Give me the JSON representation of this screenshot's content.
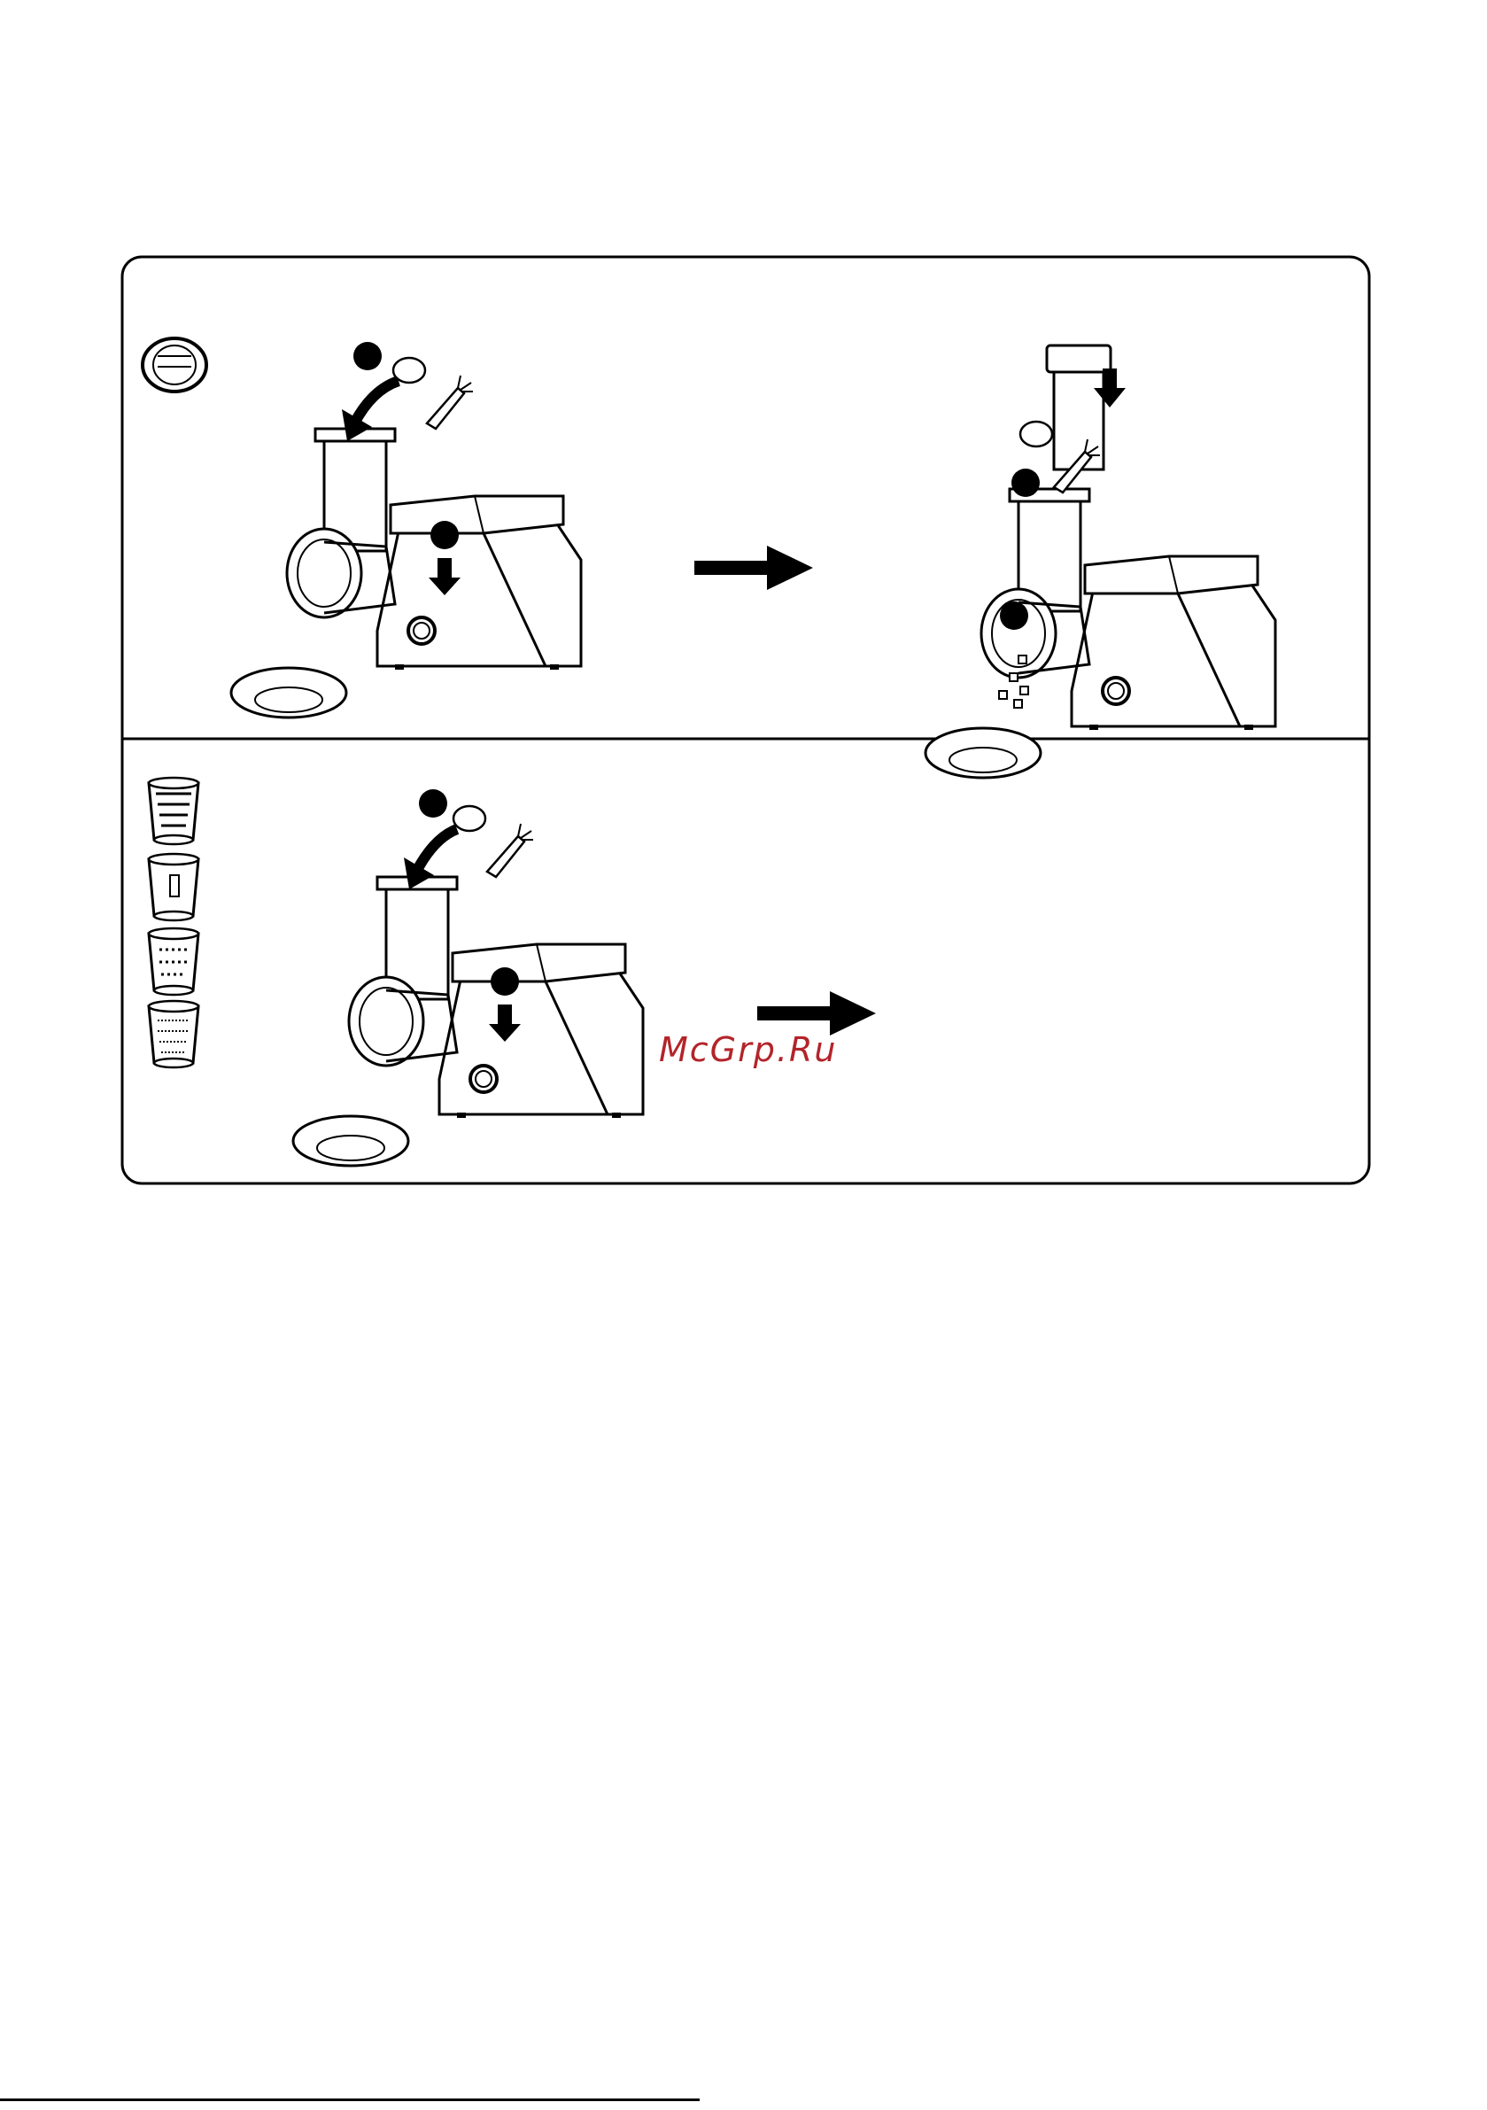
{
  "page": {
    "watermark": "McGrp.Ru"
  },
  "panels": [
    {
      "id": "panel-dicing",
      "accessory_icons": [
        "dicing-drum-icon"
      ],
      "steps": [
        "feed-food-step",
        "press-start-step",
        "push-and-dice-step",
        "output-step"
      ]
    },
    {
      "id": "panel-slicing",
      "accessory_icons": [
        "coarse-grater-drum-icon",
        "slicer-drum-icon",
        "fine-grater-drum-icon",
        "shredder-drum-icon"
      ],
      "steps": [
        "feed-food-step",
        "press-start-step",
        "push-and-slice-step",
        "output-step"
      ]
    }
  ],
  "colors": {
    "line": "#000000",
    "watermark": "#b3242a"
  }
}
